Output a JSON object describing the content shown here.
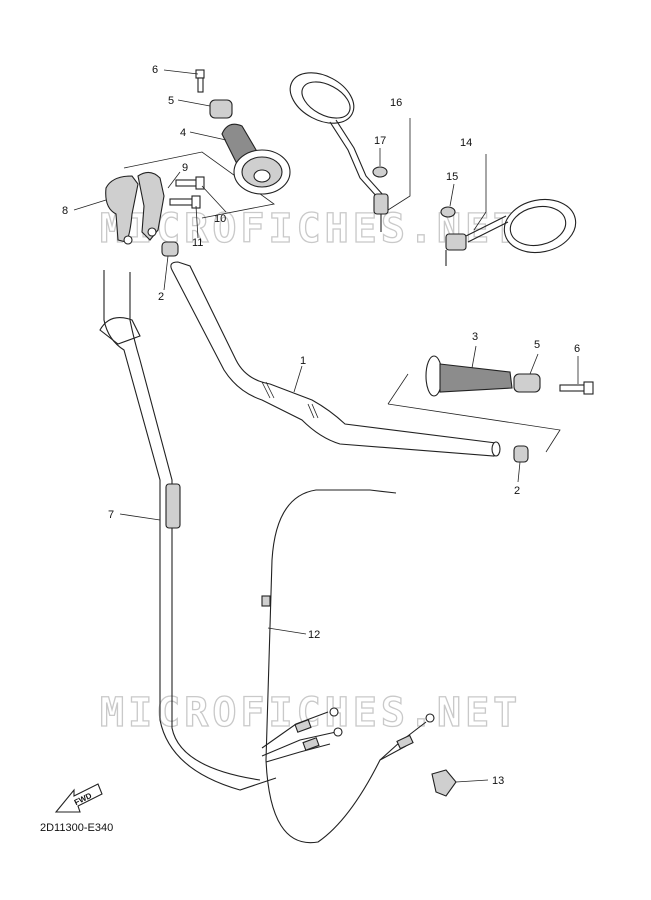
{
  "diagram_code": "2D11300-E340",
  "watermark": "MICROFICHES.NET",
  "fwd_label": "FWD",
  "callouts": {
    "c1": "1",
    "c2a": "2",
    "c2b": "2",
    "c3": "3",
    "c4": "4",
    "c5a": "5",
    "c5b": "5",
    "c6a": "6",
    "c6b": "6",
    "c7": "7",
    "c8": "8",
    "c9": "9",
    "c10": "10",
    "c11": "11",
    "c12": "12",
    "c13": "13",
    "c14": "14",
    "c15": "15",
    "c16": "16",
    "c17": "17"
  }
}
